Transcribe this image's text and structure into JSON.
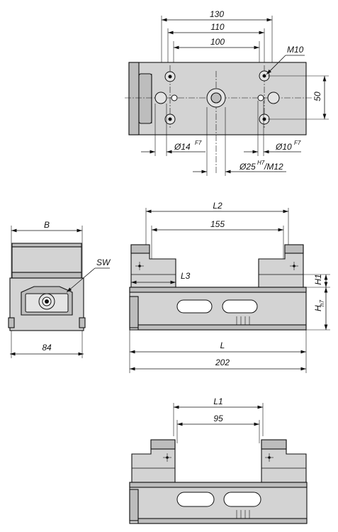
{
  "top_view": {
    "dim_130": "130",
    "dim_110": "110",
    "dim_100": "100",
    "thread_m10": "M10",
    "dim_50": "50",
    "dia_14": "Ø14",
    "dia_14_tol": "F7",
    "dia_10": "Ø10",
    "dia_10_tol": "F7",
    "dia_25": "Ø25",
    "dia_25_tol": "H7",
    "dia_25_thread": "/M12"
  },
  "end_view": {
    "width_b": "B",
    "key_sw": "SW",
    "dim_84": "84"
  },
  "side_view_long": {
    "dim_l2": "L2",
    "dim_155": "155",
    "dim_l3": "L3",
    "height_h1": "H1",
    "height_h": "H",
    "height_h_tol": "h7",
    "length_l": "L",
    "dim_202": "202"
  },
  "side_view_short": {
    "dim_l1": "L1",
    "dim_95": "95"
  },
  "marker_color": "#111111"
}
